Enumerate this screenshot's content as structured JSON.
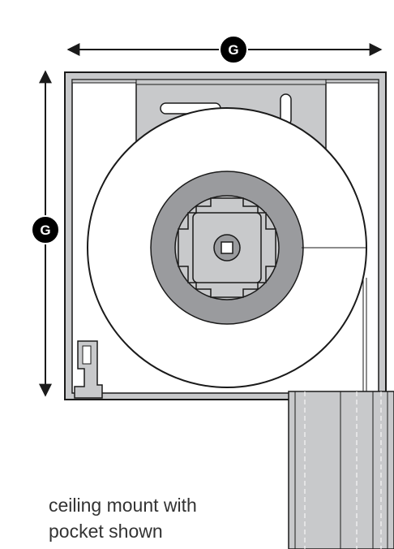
{
  "dimension_label_width": "G",
  "dimension_label_height": "G",
  "caption": {
    "line1": "ceiling mount with",
    "line2": "pocket shown"
  },
  "colors": {
    "outline": "#1a1a1a",
    "housing_gray": "#c8c9cb",
    "inner_gray": "#9a9b9e",
    "roll_white": "#ffffff",
    "badge": "#000000",
    "caption_text": "#333333"
  }
}
